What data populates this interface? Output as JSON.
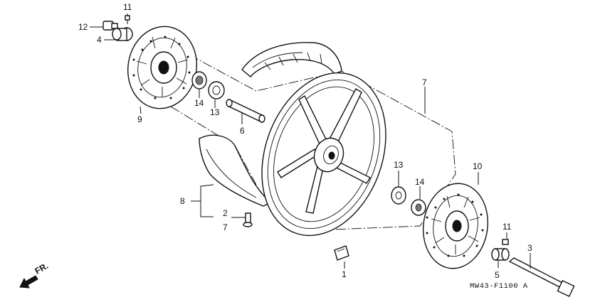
{
  "callouts": {
    "c11a": "11",
    "c12": "12",
    "c4": "4",
    "c9": "9",
    "c14a": "14",
    "c13a": "13",
    "c6": "6",
    "c7a": "7",
    "c8": "8",
    "c2": "2",
    "c7b": "7",
    "c1": "1",
    "c13b": "13",
    "c14b": "14",
    "c10": "10",
    "c11b": "11",
    "c5": "5",
    "c3": "3"
  },
  "direction_label": "FR.",
  "diagram_code": "MW43-F1100 A"
}
